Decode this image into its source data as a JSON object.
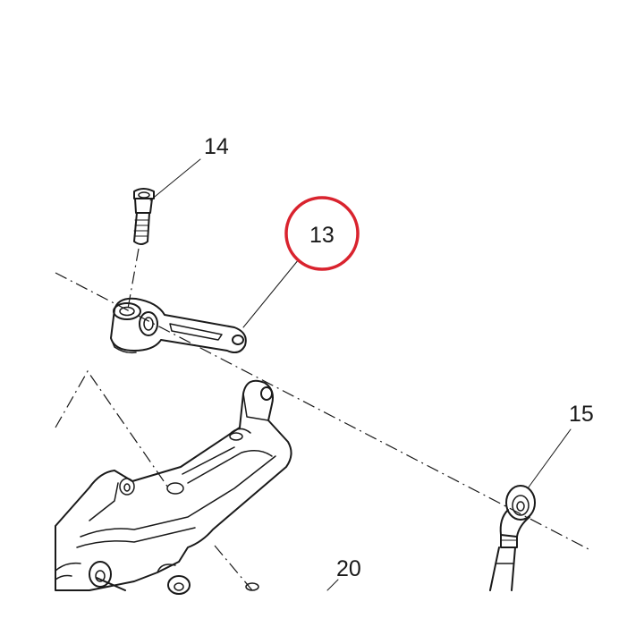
{
  "diagram": {
    "callouts": {
      "part_13": "13",
      "part_14": "14",
      "part_15": "15",
      "part_20": "20"
    },
    "highlight_color": "#d9232e",
    "line_color": "#1a1a1a"
  }
}
